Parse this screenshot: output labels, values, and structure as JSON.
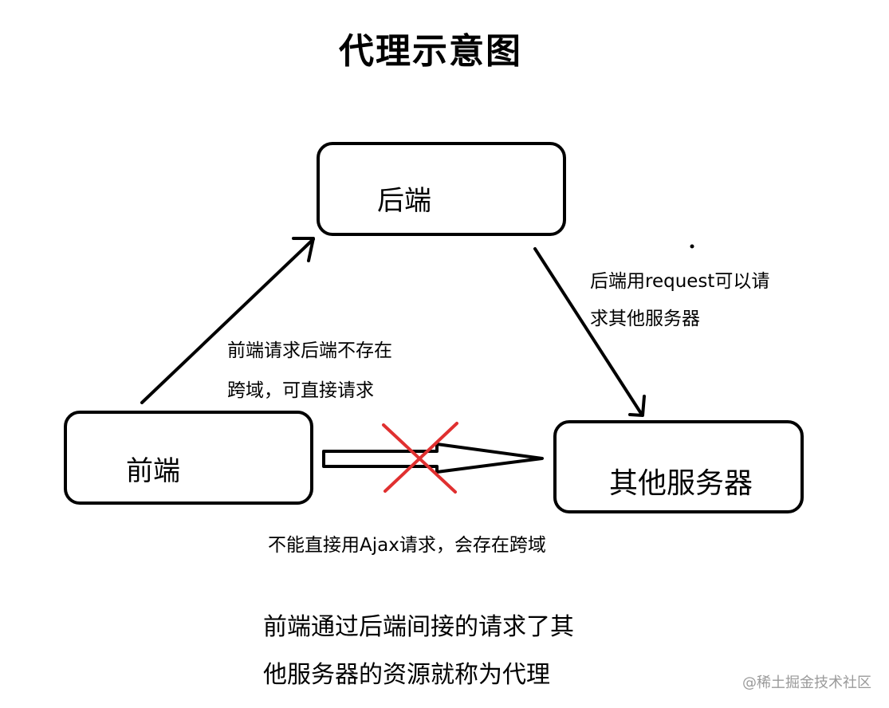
{
  "title": "代理示意图",
  "nodes": {
    "backend": "后端",
    "frontend": "前端",
    "other_servers": "其他服务器"
  },
  "edges": {
    "frontend_to_backend": {
      "line1": "前端请求后端不存在",
      "line2": "跨域，可直接请求"
    },
    "backend_to_other": {
      "line1": "后端用request可以请",
      "line2": "求其他服务器"
    },
    "frontend_to_other_blocked": "不能直接用Ajax请求，会存在跨域"
  },
  "conclusion": {
    "line1": "前端通过后端间接的请求了其",
    "line2": "他服务器的资源就称为代理"
  },
  "watermark": "@稀土掘金技术社区",
  "colors": {
    "stroke": "#000000",
    "cross": "#e03030",
    "watermark": "#9a9a9a"
  }
}
